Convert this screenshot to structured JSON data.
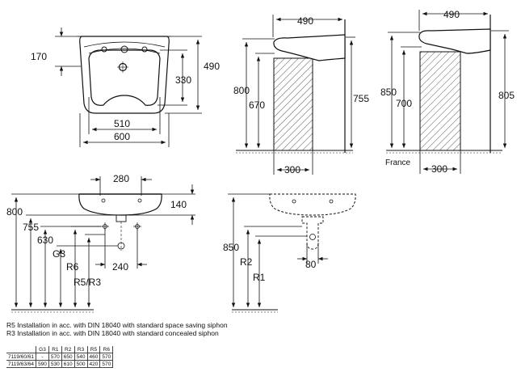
{
  "top_left_view": {
    "dim_height_left": "170",
    "dim_height_right": "490",
    "dim_inner": "330",
    "dim_inner_width": "510",
    "dim_total_width": "600"
  },
  "side_view_a": {
    "dim_top": "490",
    "dim_mount_height": "800",
    "dim_bowl_height": "670",
    "dim_right": "755",
    "dim_bottom": "300"
  },
  "side_view_b": {
    "dim_top": "490",
    "dim_mount_height": "850",
    "dim_bowl_height": "700",
    "dim_right": "805",
    "dim_bottom": "300",
    "label_country": "France"
  },
  "front_view": {
    "dim_top": "280",
    "dim_right": "140",
    "dim_800": "800",
    "dim_755": "755",
    "dim_630": "630",
    "label_g3": "G3",
    "label_r6": "R6",
    "label_r5r3": "R5/R3",
    "dim_240": "240"
  },
  "front_view_b": {
    "dim_850": "850",
    "label_r2": "R2",
    "label_r1": "R1",
    "dim_80": "80"
  },
  "notes": [
    "R5  Installation in acc. with DIN 18040 with standard space saving siphon",
    "R3  Installation in acc. with DIN 18040 with standard concealed siphon"
  ],
  "table": {
    "headers": [
      "",
      "G3",
      "R1",
      "R2",
      "R3",
      "R5",
      "R6"
    ],
    "rows": [
      [
        "7119/60/61",
        "-",
        "570",
        "650",
        "540",
        "460",
        "570"
      ],
      [
        "7119/63/64",
        "590",
        "530",
        "610",
        "500",
        "420",
        "570"
      ]
    ]
  }
}
